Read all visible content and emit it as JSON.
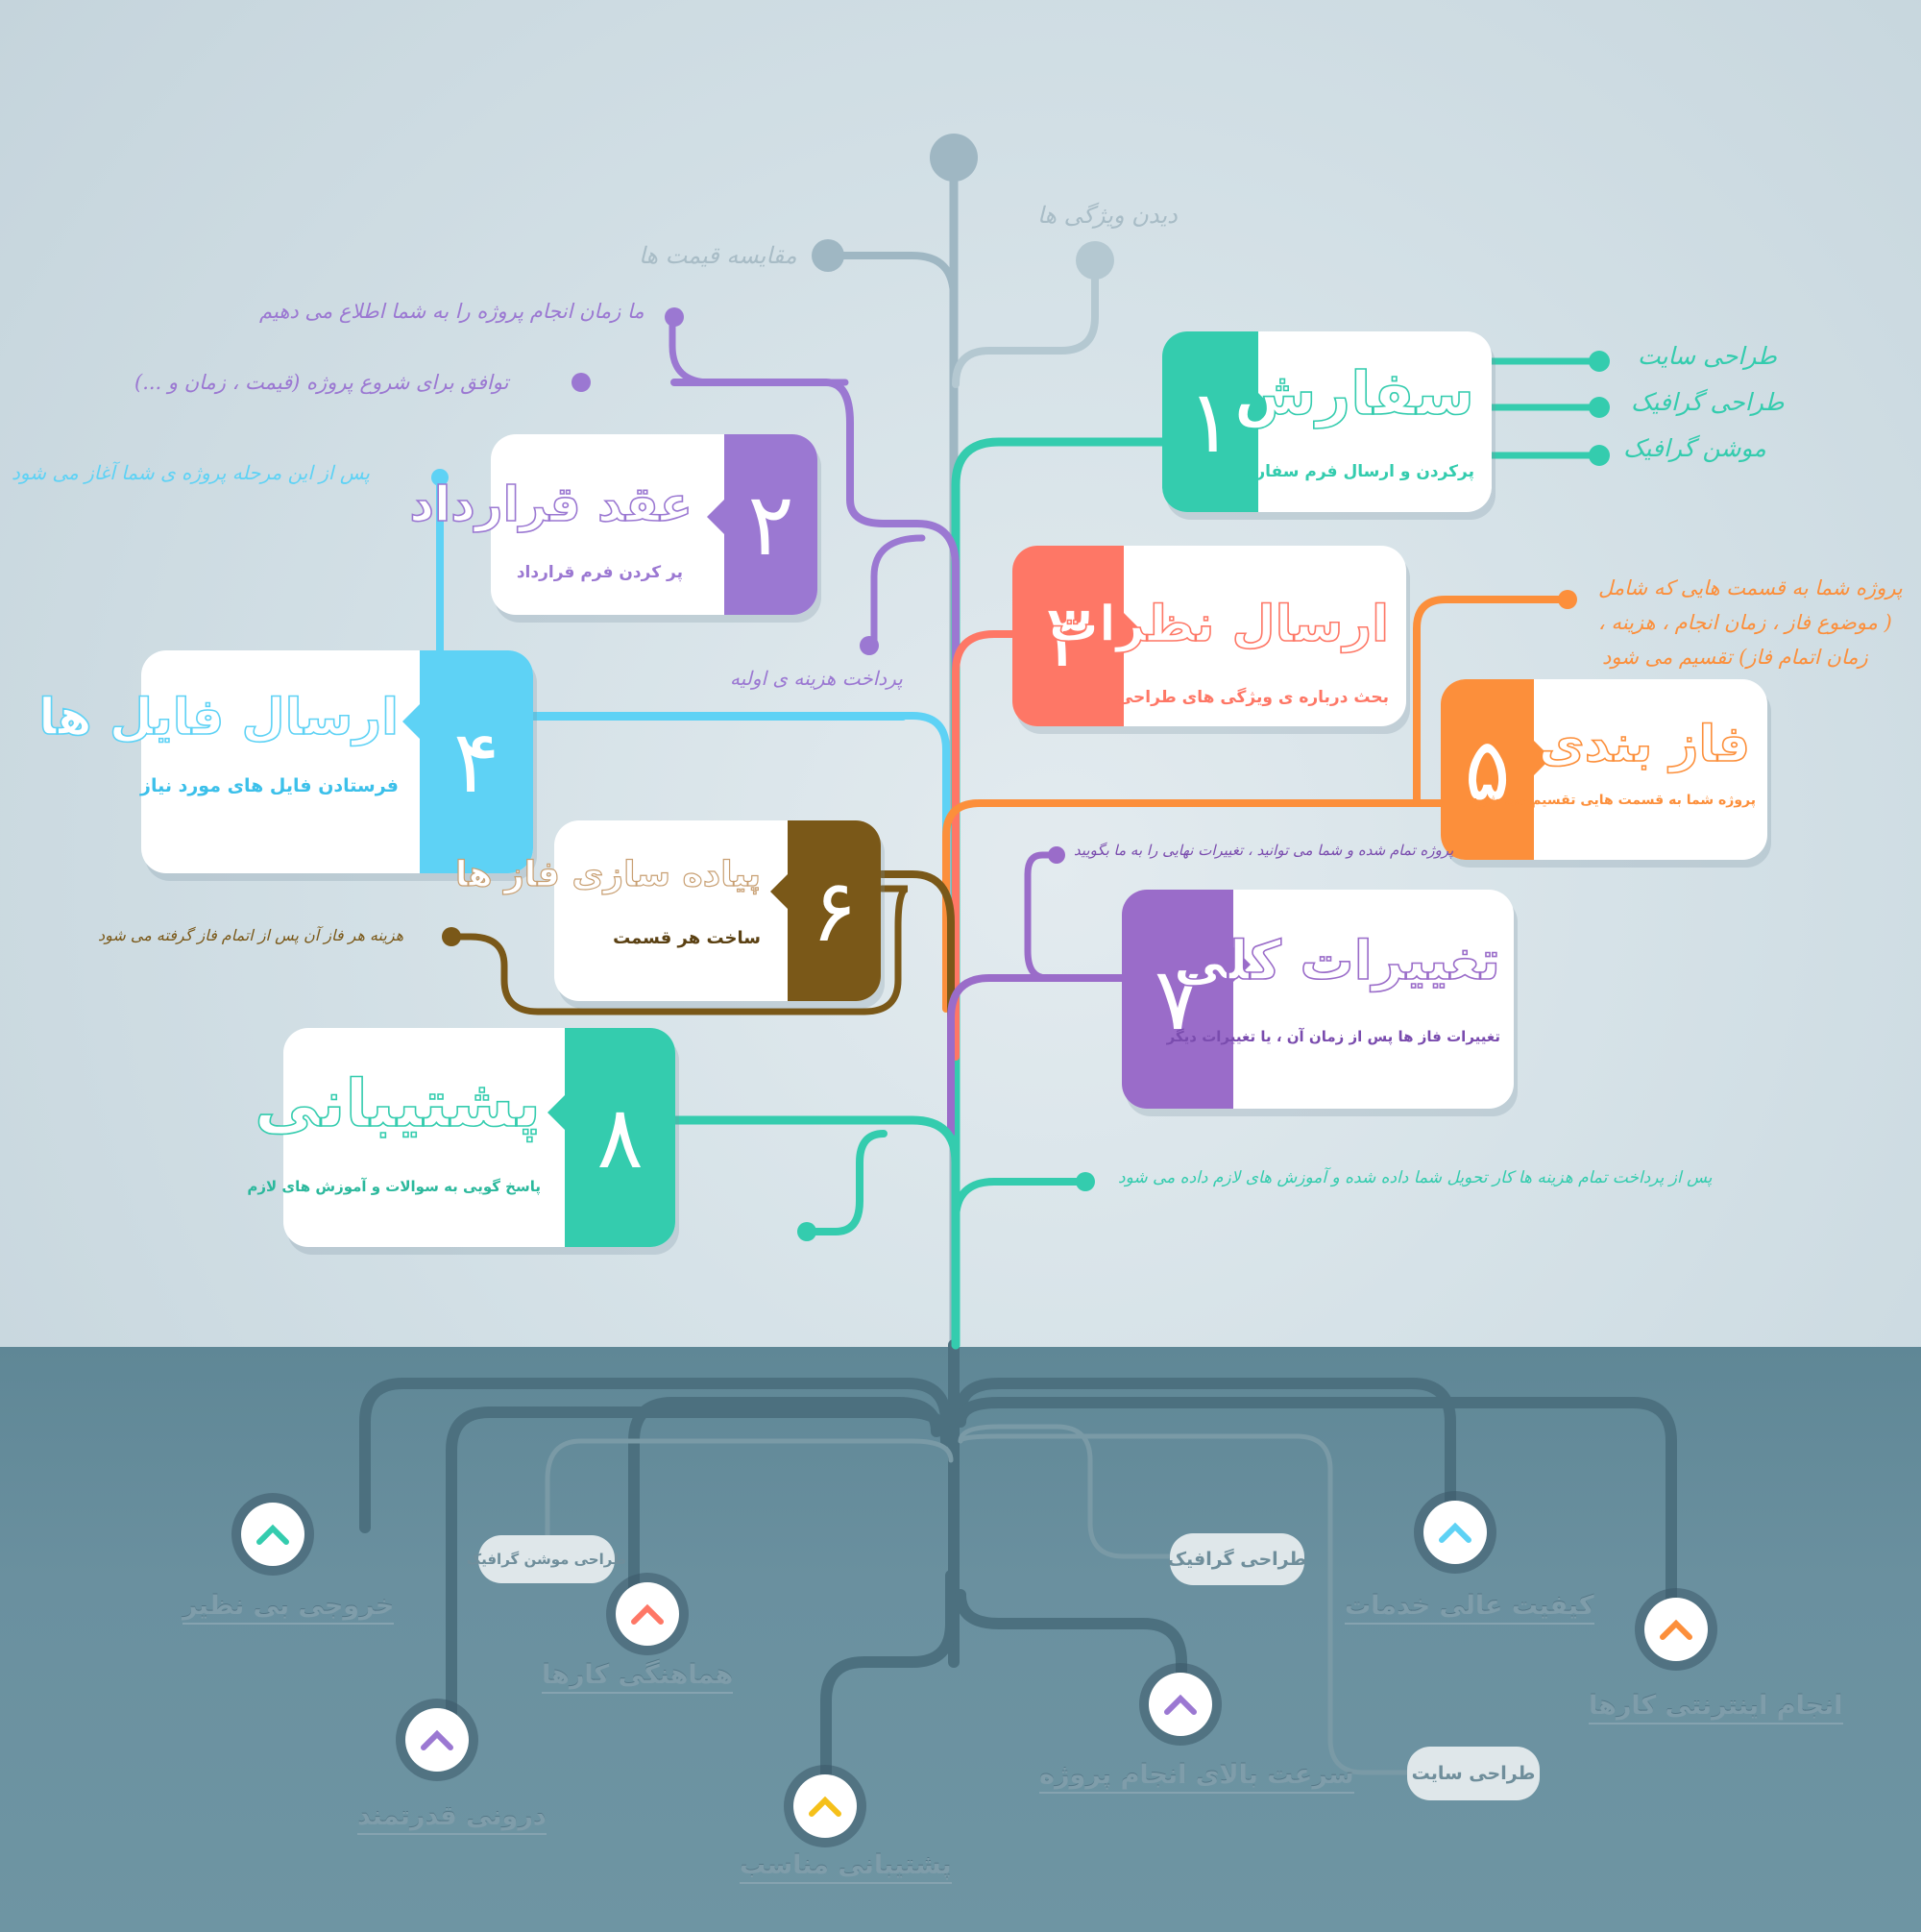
{
  "colors": {
    "teal": "#34ccae",
    "purple": "#9b78d2",
    "coral": "#fe7766",
    "sky": "#5ed2f5",
    "orange": "#fc8f3b",
    "brown": "#7a5818",
    "violet": "#9a6cc9"
  },
  "steps": [
    {
      "number": "۱",
      "title": "سفارش",
      "subtitle": "پرکردن و ارسال فرم سفارش"
    },
    {
      "number": "۲",
      "title": "عقد قرارداد",
      "subtitle": "پر کردن فرم قرارداد"
    },
    {
      "number": "۳",
      "title": "ارسال نظرات",
      "subtitle": "بحث درباره ی ویژگی های طراحی"
    },
    {
      "number": "۴",
      "title": "ارسال فایل ها",
      "subtitle": "فرستادن فایل های مورد نیاز"
    },
    {
      "number": "۵",
      "title": "فاز بندی",
      "subtitle": "پروژه شما به قسمت هایی تقسیم می شود"
    },
    {
      "number": "۶",
      "title": "پیاده سازی فاز ها",
      "subtitle": "ساخت هر قسمت"
    },
    {
      "number": "۷",
      "title": "تغییرات کلی",
      "subtitle": "تغییرات فاز ها پس از زمان آن ، یا تغییرات دیگر"
    },
    {
      "number": "۸",
      "title": "پشتیبانی",
      "subtitle": "پاسخ گویی به سوالات و آموزش های لازم"
    }
  ],
  "annotations": {
    "view_features": "دیدن ویژگی ها",
    "compare_prices": "مقایسه قیمت ها",
    "web_design": "طراحی سایت",
    "graphic_design": "طراحی گرافیک",
    "motion_graphic": "موشن گرافیک",
    "inform_time": "ما زمان انجام پروژه را به شما اطلاع می دهیم",
    "agreement": "توافق برای شروع پروژه (قیمت ، زمان و ...)",
    "after_stage": "پس از این مرحله پروژه ی شما آغاز می شود",
    "initial_payment": "پرداخت هزینه ی اولیه",
    "phase_lines": [
      "پروژه شما به قسمت هایی که شامل",
      "( موضوع فاز ، زمان انجام ، هزینه ،",
      "زمان اتمام فاز) تقسیم می شود"
    ],
    "final_changes": "پروژه تمام شده و شما می توانید ، تغییرات نهایی را به ما بگویید",
    "phase_cost": "هزینه هر فاز آن پس از اتمام فاز گرفته می شود",
    "delivery": "پس از پرداخت تمام هزینه ها کار تحویل شما داده شده و آموزش های لازم داده می شود"
  },
  "features": [
    {
      "label": "خروجی بی نظیر",
      "chevron": "#34ccae"
    },
    {
      "label": "هماهنگی کارها",
      "chevron": "#fe7766"
    },
    {
      "label": "درونی قدرتمند",
      "chevron": "#9b78d2"
    },
    {
      "label": "پشتیبانی مناسب",
      "chevron": "#f5c01a"
    },
    {
      "label": "سرعت بالای انجام پروژه",
      "chevron": "#9b78d2"
    },
    {
      "label": "کیفیت عالی خدمات",
      "chevron": "#5ed2f5"
    },
    {
      "label": "انجام اینترنتی کارها",
      "chevron": "#fc8f3b"
    }
  ],
  "pills": {
    "motion": "طراحی موشن گرافیک",
    "graphic": "طراحی گرافیک",
    "site": "طراحی سایت"
  }
}
